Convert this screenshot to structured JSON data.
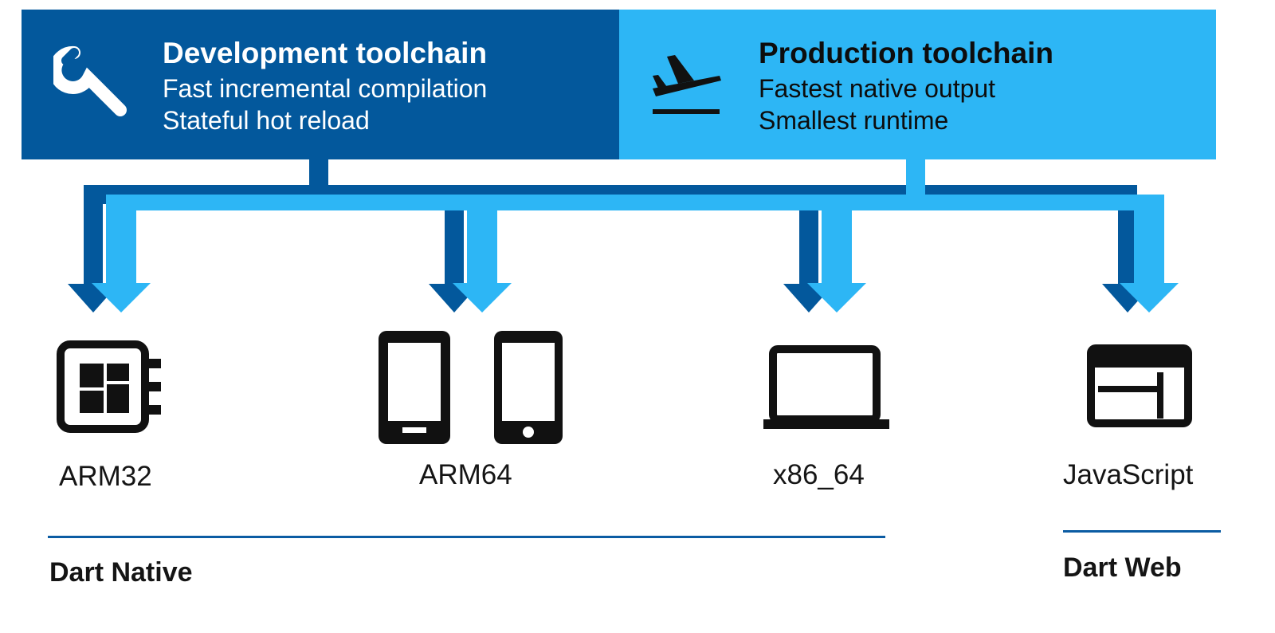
{
  "toolchains": {
    "development": {
      "title": "Development toolchain",
      "lines": [
        "Fast incremental compilation",
        "Stateful hot reload"
      ],
      "icon": "wrench-icon",
      "color": "#03589c"
    },
    "production": {
      "title": "Production toolchain",
      "lines": [
        "Fastest native output",
        "Smallest runtime"
      ],
      "icon": "plane-takeoff-icon",
      "color": "#2db6f5"
    }
  },
  "targets": [
    {
      "label": "ARM32",
      "icon": "chip-icon"
    },
    {
      "label": "ARM64",
      "icon": "phones-icon"
    },
    {
      "label": "x86_64",
      "icon": "laptop-icon"
    },
    {
      "label": "JavaScript",
      "icon": "browser-icon"
    }
  ],
  "groups": {
    "native": {
      "label": "Dart Native"
    },
    "web": {
      "label": "Dart Web"
    }
  },
  "colors": {
    "dev_blue": "#03589c",
    "prod_blue": "#2db6f5",
    "rule_blue": "#0b5ca3"
  }
}
